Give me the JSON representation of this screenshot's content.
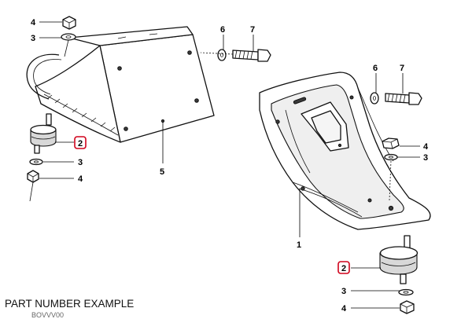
{
  "caption": "PART NUMBER EXAMPLE",
  "caption_sub": "BOVVV00",
  "highlight_color": "#d0021b",
  "callouts": [
    {
      "label": "4"
    },
    {
      "label": "3"
    },
    {
      "label": "6"
    },
    {
      "label": "7"
    },
    {
      "label": "2",
      "highlighted": true
    },
    {
      "label": "3"
    },
    {
      "label": "4"
    },
    {
      "label": "5"
    },
    {
      "label": "6"
    },
    {
      "label": "7"
    },
    {
      "label": "4"
    },
    {
      "label": "3"
    },
    {
      "label": "1"
    },
    {
      "label": "2",
      "highlighted": true
    },
    {
      "label": "3"
    },
    {
      "label": "4"
    }
  ]
}
